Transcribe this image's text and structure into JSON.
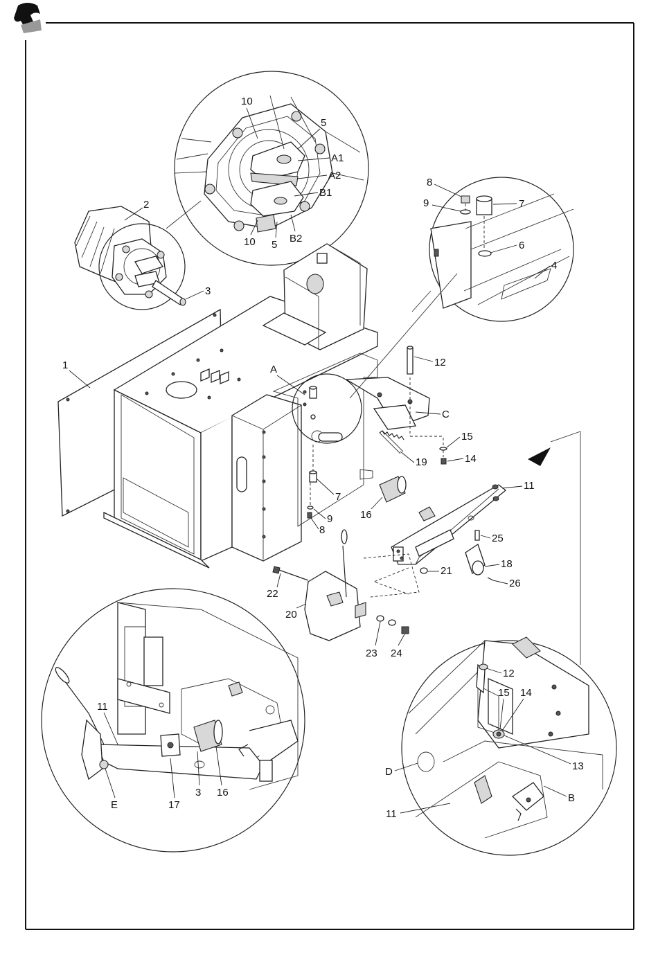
{
  "labels": {
    "top_detail": [
      "10",
      "5",
      "A1",
      "A2",
      "B1",
      "10",
      "5",
      "B2"
    ],
    "motor": [
      "2",
      "3"
    ],
    "right_detail": [
      "8",
      "9",
      "7",
      "6",
      "4"
    ],
    "main": [
      "1",
      "A",
      "12",
      "C",
      "15",
      "14",
      "19",
      "7",
      "16",
      "9",
      "8",
      "11",
      "25",
      "18",
      "26",
      "21",
      "22",
      "20",
      "23",
      "24"
    ],
    "bottom_left_detail": [
      "11",
      "E",
      "17",
      "3",
      "16"
    ],
    "bottom_right_detail": [
      "12",
      "15",
      "14",
      "13",
      "D",
      "B",
      "11"
    ]
  }
}
